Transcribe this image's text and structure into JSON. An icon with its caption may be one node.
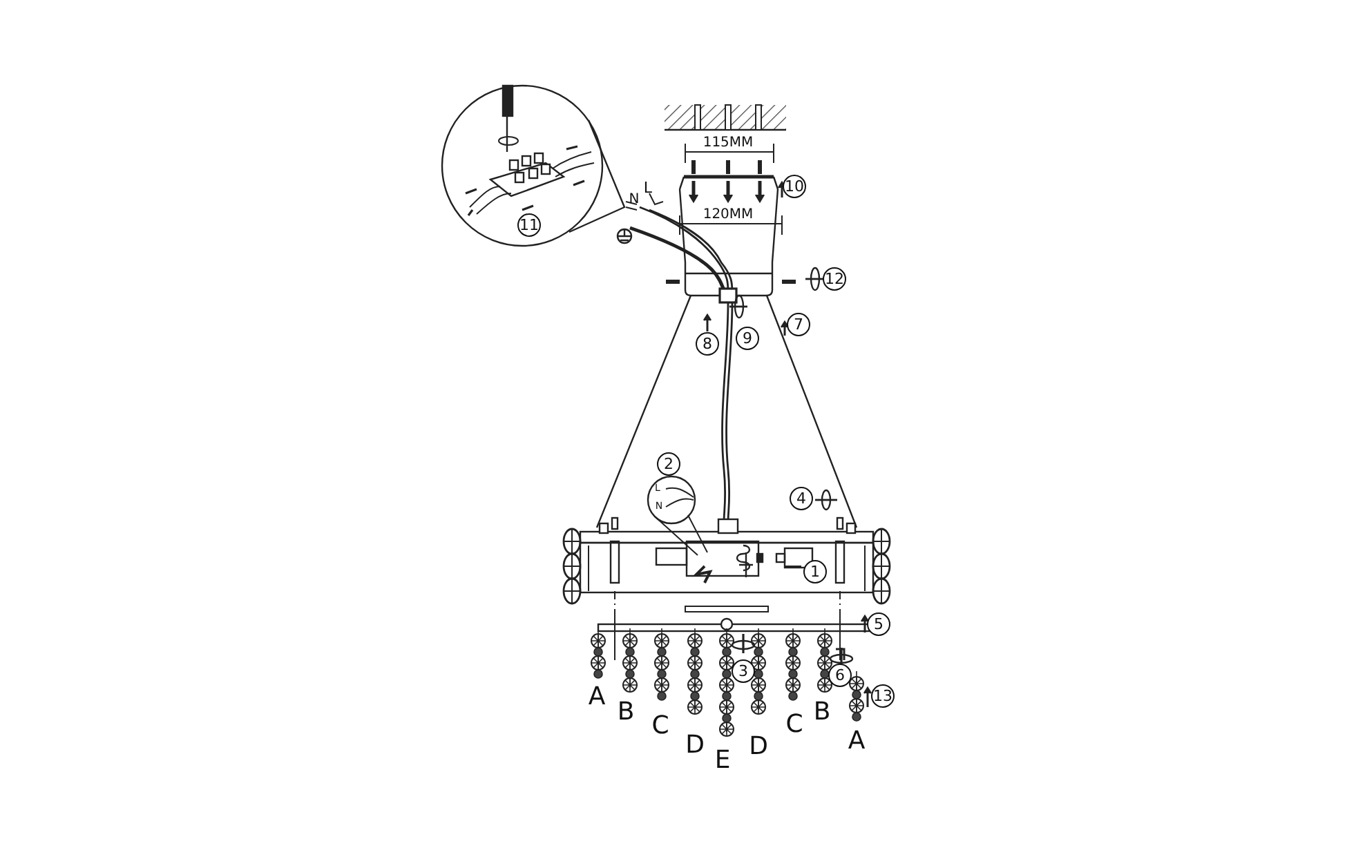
{
  "diagram": {
    "labels": [
      "115MM",
      "L",
      "10",
      "N",
      "120MM",
      "11",
      "12",
      "8",
      "9",
      "7",
      "2",
      "L",
      "4",
      "N",
      "1",
      "5",
      "3",
      "6",
      "13",
      "A",
      "B",
      "C",
      "D",
      "E",
      "D",
      "C",
      "B",
      "A"
    ]
  }
}
